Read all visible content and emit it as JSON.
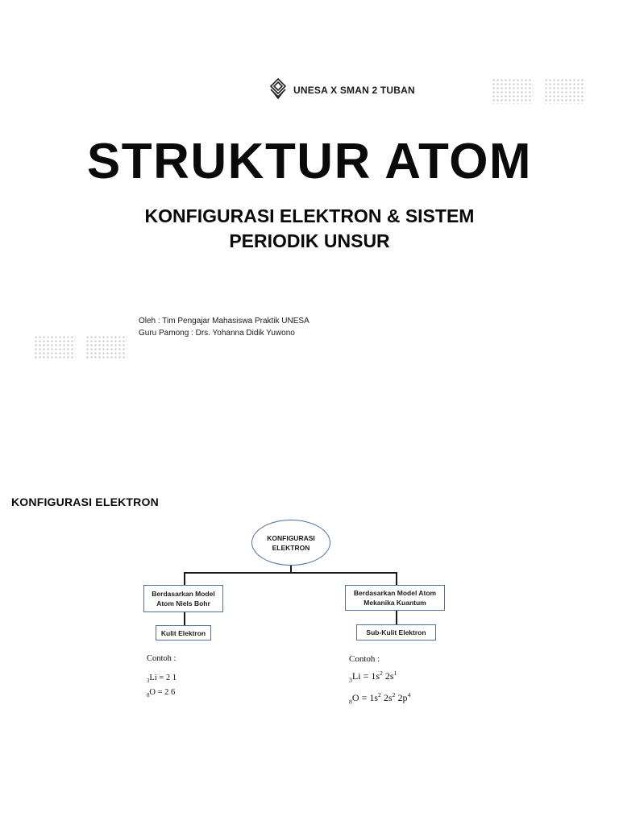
{
  "header": {
    "brand": "UNESA X SMAN 2 TUBAN",
    "logo_icon": "unesa-diamond-logo-icon"
  },
  "cover": {
    "title": "STRUKTUR ATOM",
    "subtitle_line1": "KONFIGURASI ELEKTRON & SISTEM",
    "subtitle_line2": "PERIODIK UNSUR",
    "author_line": "Oleh : Tim Pengajar Mahasiswa Praktik UNESA",
    "mentor_line": "Guru Pamong : Drs. Yohanna Didik Yuwono"
  },
  "section": {
    "title": "KONFIGURASI ELEKTRON"
  },
  "diagram": {
    "root_line1": "KONFIGURASI",
    "root_line2": "ELEKTRON",
    "left_branch_line1": "Berdasarkan Model",
    "left_branch_line2": "Atom Niels Bohr",
    "left_leaf": "Kulit Elektron",
    "right_branch_line1": "Berdasarkan Model Atom",
    "right_branch_line2": "Mekanika Kuantum",
    "right_leaf": "Sub-Kulit Elektron"
  },
  "examples": {
    "left": {
      "label": "Contoh :",
      "li_number": "3",
      "li_symbol": "Li",
      "li_config": "= 2 1",
      "o_number": "8",
      "o_symbol": "O",
      "o_config": " = 2 6"
    },
    "right": {
      "label": "Contoh :",
      "li_number": "3",
      "li_symbol": "Li",
      "li_text": " = 1s",
      "li_s1_exp": "2",
      "li_2s": " 2s",
      "li_s2_exp": "1",
      "o_number": "8",
      "o_symbol": "O",
      "o_text": " = 1s",
      "o_1s_exp": "2",
      "o_2s": " 2s",
      "o_2s_exp": "2",
      "o_2p": " 2p",
      "o_2p_exp": "4"
    }
  }
}
